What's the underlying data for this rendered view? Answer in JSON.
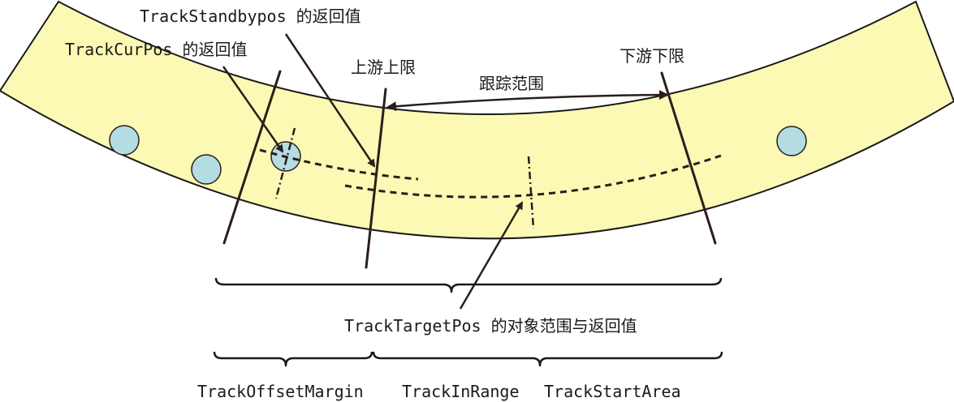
{
  "labels": {
    "standby_pos": "TrackStandbypos 的返回值",
    "cur_pos": "TrackCurPos 的返回值",
    "upstream_limit": "上游上限",
    "downstream_limit": "下游下限",
    "track_range": "跟踪范围",
    "target_pos": "TrackTargetPos 的对象范围与返回值",
    "offset_margin": "TrackOffsetMargin",
    "in_range": "TrackInRange",
    "start_area": "TrackStartArea"
  },
  "colors": {
    "conveyor_fill": "#fbf9b4",
    "workpiece_fill": "#b4dde3",
    "line": "#2b1d1b"
  }
}
